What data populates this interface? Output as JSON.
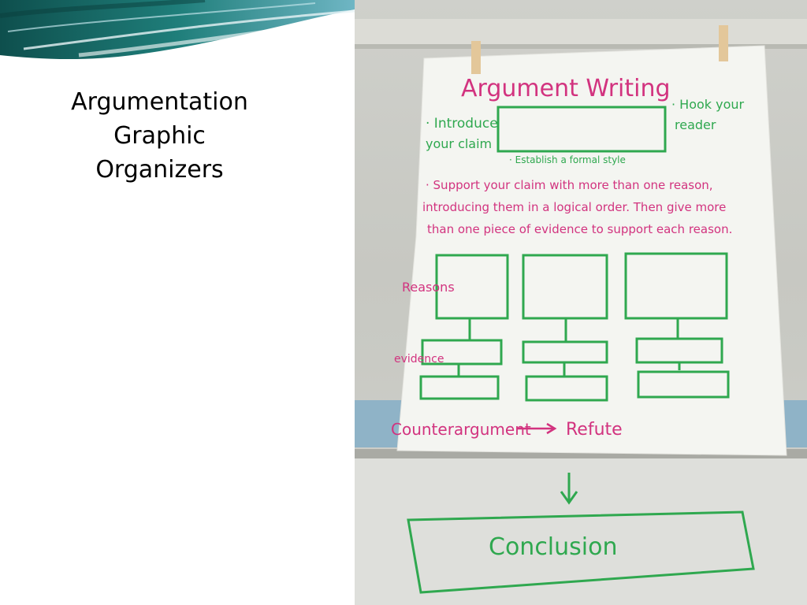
{
  "slide": {
    "title_lines": [
      "Argumentation",
      "Graphic",
      "Organizers"
    ]
  },
  "poster": {
    "heading": "Argument Writing",
    "introduce_line1": "· Introduce",
    "introduce_line2": "your claim",
    "hook_line1": "· Hook your",
    "hook_line2": "reader",
    "formal_style": "· Establish a formal style",
    "support_line1": "· Support your claim with more than one reason,",
    "support_line2": "introducing them in a logical order. Then give more",
    "support_line3": "than one piece of evidence to support each reason.",
    "reasons_label": "Reasons",
    "evidence_label": "evidence",
    "counterargument": "Counterargument",
    "refute": "Refute",
    "conclusion": "Conclusion"
  },
  "colors": {
    "pink": "#d2337f",
    "green": "#2fa84f",
    "paper": "#f4f5f1",
    "wall": "#c9cac4",
    "blue_stripe": "#8fb3c7"
  }
}
